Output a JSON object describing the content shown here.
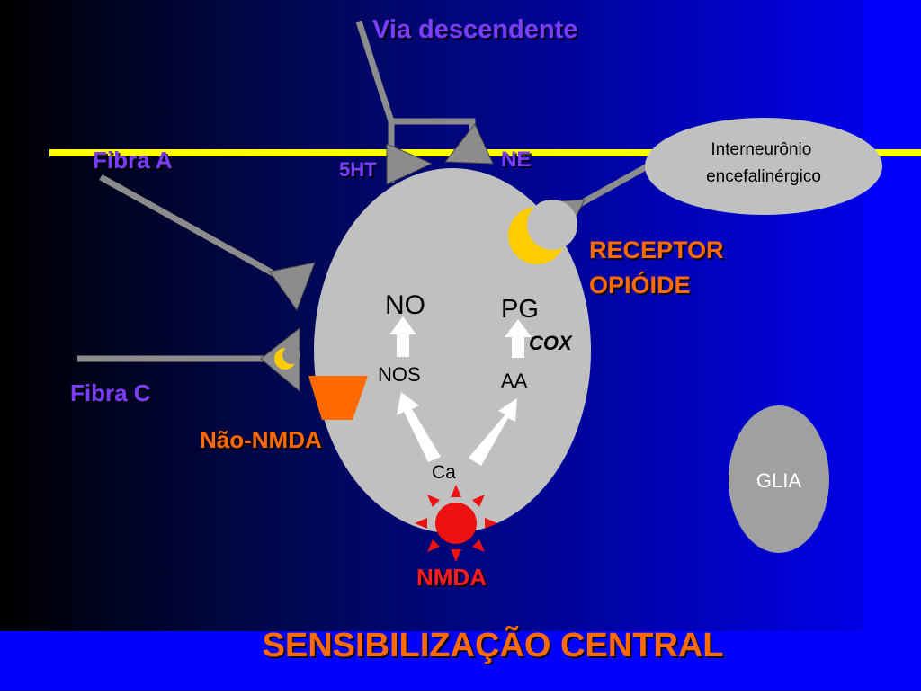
{
  "labels": {
    "via_descendente": "Via descendente",
    "fibra_a": "Fibra A",
    "fibra_c": "Fibra C",
    "five_ht": "5HT",
    "ne": "NE",
    "interneuronio_line1": "Interneurônio",
    "interneuronio_line2": "encefalinérgico",
    "receptor_line1": "RECEPTOR",
    "receptor_line2": "OPIÓIDE",
    "no": "NO",
    "nos": "NOS",
    "pg": "PG",
    "cox": "COX",
    "aa": "AA",
    "ca": "Ca",
    "nao_nmda": "Não-NMDA",
    "nmda": "NMDA",
    "glia": "GLIA",
    "title": "SENSIBILIZAÇÃO CENTRAL"
  },
  "colors": {
    "purple_label": "#7a3cff",
    "orange_label": "#ff6a00",
    "red_label": "#ff1a1a",
    "yellow_band": "#ffff00",
    "gray_cell": "#c0c0c0",
    "gray_glia": "#a0a0a0",
    "pathway_gray": "#8c8c8c",
    "moon_yellow": "#ffcc00",
    "nmda_red": "#ee1111",
    "blue_bright": "#0000ff"
  },
  "icons": {
    "receptor": "crescent-moon",
    "nmda": "sun-burst",
    "nao_nmda": "trapezoid",
    "terminal": "triangle"
  }
}
